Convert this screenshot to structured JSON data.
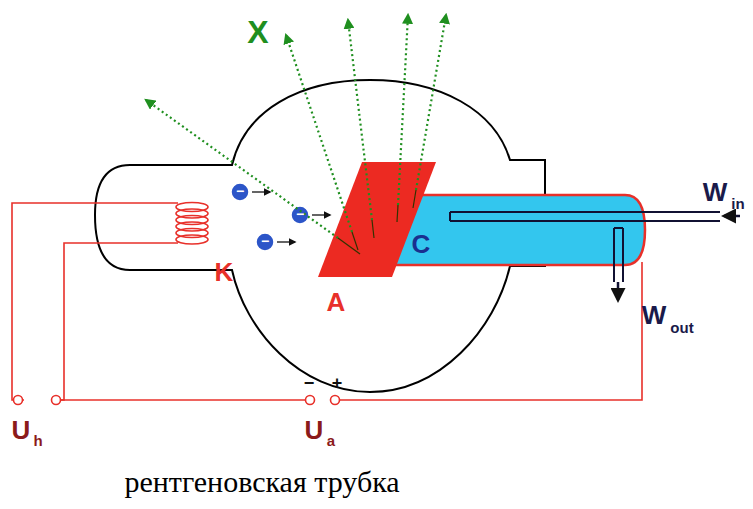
{
  "diagram": {
    "caption": "рентгеновская трубка",
    "labels": [
      "X",
      "K",
      "A",
      "C",
      "W",
      "in",
      "W",
      "out",
      "U",
      "h",
      "U",
      "a",
      "−",
      "+",
      "−",
      "−",
      "−"
    ]
  }
}
